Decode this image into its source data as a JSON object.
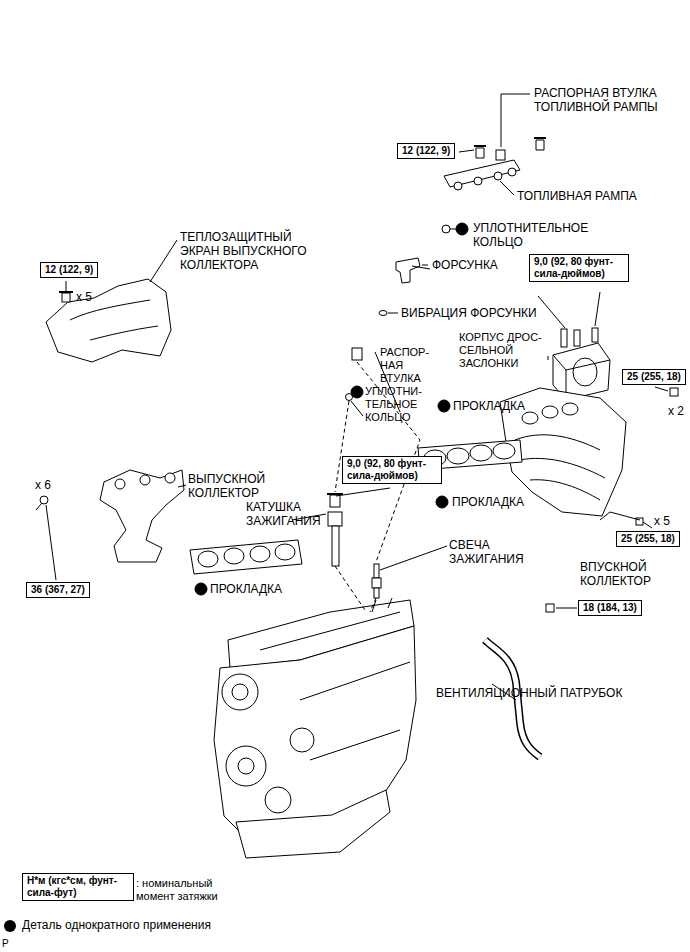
{
  "diagram": {
    "nodes": [
      {
        "text": [
          "12 (122, 9)"
        ]
      },
      {
        "text": [
          "12 (122, 9)"
        ]
      },
      {
        "text": [
          "9,0 (92, 80 фунт-сила-дюймов)"
        ]
      },
      {
        "text": [
          "25 (255, 18)"
        ]
      },
      {
        "text": [
          "9,0 (92, 80 фунт-сила-дюймов)"
        ]
      },
      {
        "text": [
          "36 (367, 27)"
        ]
      },
      {
        "text": [
          "25 (255, 18)"
        ]
      },
      {
        "text": [
          "18 (184, 13)"
        ]
      },
      {
        "text": [
          "Н*м (кгс*см, фунт-сила-фут)"
        ]
      }
    ],
    "edges": [],
    "labels": [
      "РАСПОРНАЯ ВТУЛКА ТОПЛИВНОЙ РАМПЫ",
      "ТОПЛИВНАЯ РАМПА",
      "УПЛОТНИТЕЛЬНОЕ КОЛЬЦО",
      "ТЕПЛОЗАЩИТНЫЙ ЭКРАН ВЫПУСКНОГО КОЛЛЕКТОРА",
      "x 5",
      "ФОРСУНКА",
      "ВИБРАЦИЯ ФОРСУНКИ",
      "КОРПУС ДРОС- СЕЛЬНОЙ ЗАСЛОНКИ",
      "x 2",
      "ПРОКЛАДКА",
      "ПРОКЛАДКА",
      "РАСПОР- НАЯ ВТУЛКА",
      "УПЛОТНИ- ТЕЛЬНОЕ КОЛЬЦО",
      "x 6",
      "ВЫПУСКНОЙ КОЛЛЕКТОР",
      "КАТУШКА ЗАЖИГАНИЯ",
      "x 5",
      "ПРОКЛАДКА",
      "СВЕЧА ЗАЖИГАНИЯ",
      "ВПУСКНОЙ КОЛЛЕКТОР",
      "ВЕНТИЛЯЦИОННЫЙ ПАТРУБОК",
      ": номинальный момент затяжки",
      "P"
    ],
    "legend": [
      {
        "text": "Деталь однократного применения",
        "color": "#000000"
      }
    ]
  }
}
